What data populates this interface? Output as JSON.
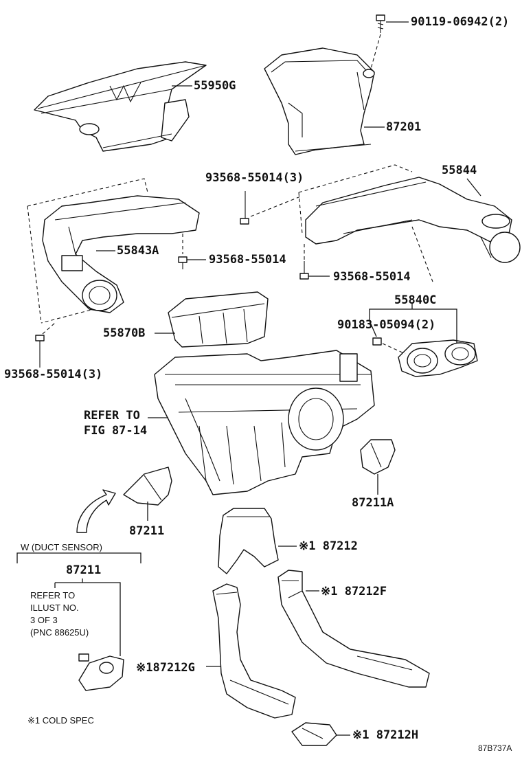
{
  "labels": {
    "p90119": "90119-06942(2)",
    "p55950g": "55950G",
    "p87201": "87201",
    "p93568_top": "93568-55014(3)",
    "p55844": "55844",
    "p55843a": "55843A",
    "p93568_mid": "93568-55014",
    "p93568_right": "93568-55014",
    "p55840c": "55840C",
    "p90183": "90183-05094(2)",
    "p55870b": "55870B",
    "p93568_left": "93568-55014(3)",
    "refer_fig_line1": "REFER TO",
    "refer_fig_line2": "FIG 87-14",
    "p87211a": "87211A",
    "p87211": "87211",
    "w_duct_sensor": "W (DUCT SENSOR)",
    "p87211_w": "87211",
    "refer_illust_1": "REFER TO",
    "refer_illust_2": "ILLUST NO.",
    "refer_illust_3": "3 OF 3",
    "refer_illust_4": "(PNC 88625U)",
    "p87212": "※1 87212",
    "p87212f": "※1 87212F",
    "p87212g": "※187212G",
    "p87212h": "※1 87212H",
    "note_cold_spec": "※1   COLD SPEC",
    "diagram_code": "87B737A"
  }
}
